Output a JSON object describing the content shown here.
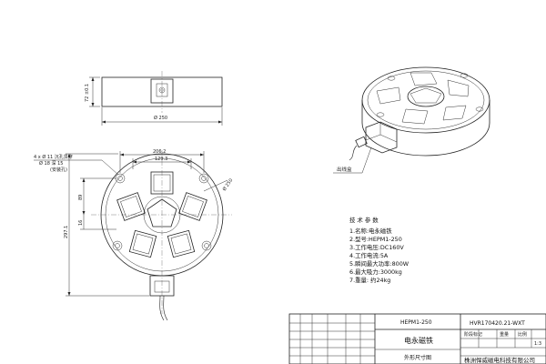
{
  "top_view": {
    "height_dim": "72 ±0.1",
    "width_dim": "Ø 250"
  },
  "front_view": {
    "hole_callout_1": "4 x Ø 11 沉孔贯穿",
    "hole_callout_2": "Ø 18 深 15",
    "hole_callout_3": "(安装孔)",
    "dim_206": "206.2",
    "dim_129": "129.3",
    "dim_dia": "Ø 250",
    "dim_89": "89",
    "dim_16": "16",
    "dim_297": "297.1"
  },
  "iso_view": {
    "cable_label": "出线盒"
  },
  "specs": {
    "title": "技 术 参 数",
    "items": [
      "1.名称:电永磁铁",
      "2.型号:HEPM1-250",
      "3.工作电压:DC160V",
      "4.工作电流:5A",
      "5.瞬间最大功率:800W",
      "6.最大吸力:3000kg",
      "7.重量: 约24kg"
    ]
  },
  "title_block": {
    "model": "HEPM1-250",
    "drawing_no": "HVR170420.21-WXT",
    "product_name": "电永磁铁",
    "drawing_type": "外形尺寸图",
    "company": "株洲悍威磁电科技有限公司",
    "stage_label": "阶段标记",
    "weight_label": "重量",
    "scale_label": "比例",
    "scale_value": "1:3"
  }
}
